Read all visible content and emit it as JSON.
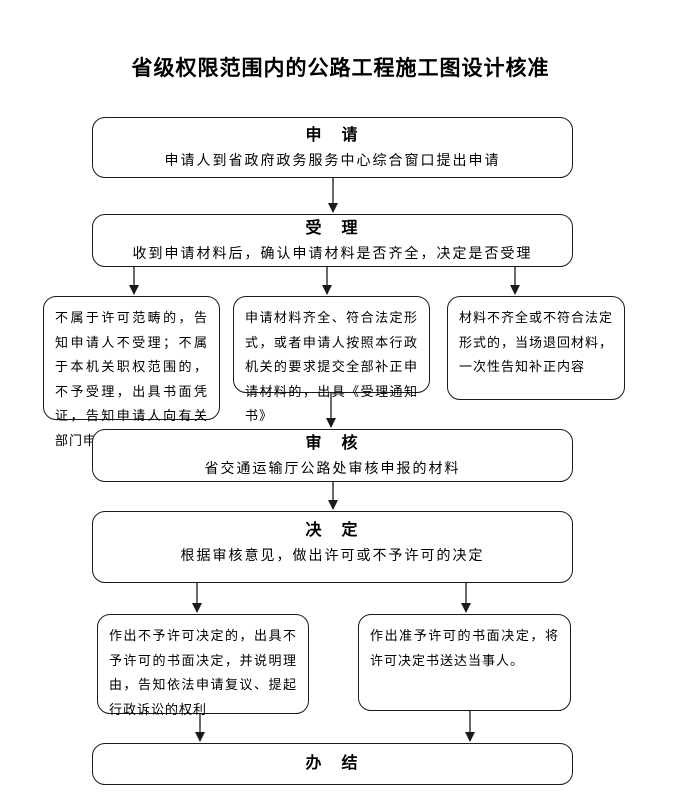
{
  "title": "省级权限范围内的公路工程施工图设计核准",
  "colors": {
    "background": "#ffffff",
    "border": "#1a1a1a",
    "text": "#000000",
    "connector": "#1a1a1a"
  },
  "flowchart": {
    "nodes": {
      "apply": {
        "heading": "申　请",
        "body": "申请人到省政府政务服务中心综合窗口提出申请"
      },
      "accept": {
        "heading": "受　理",
        "body": "收到申请材料后，确认申请材料是否齐全，决定是否受理"
      },
      "not_in_scope": {
        "body": "不属于许可范畴的，告知申请人不受理；不属于本机关职权范围的，不予受理，出具书面凭证，告知申请人向有关部门申请"
      },
      "materials_complete": {
        "body": "申请材料齐全、符合法定形式，或者申请人按照本行政机关的要求提交全部补正申请材料的，出具《受理通知书》"
      },
      "materials_incomplete": {
        "body": "材料不齐全或不符合法定形式的，当场退回材料，一次性告知补正内容"
      },
      "review": {
        "heading": "审　核",
        "body": "省交通运输厅公路处审核申报的材料"
      },
      "decide": {
        "heading": "决　定",
        "body": "根据审核意见，做出许可或不予许可的决定"
      },
      "deny": {
        "body": "作出不予许可决定的，出具不予许可的书面决定，并说明理由，告知依法申请复议、提起行政诉讼的权利"
      },
      "grant": {
        "body": "作出准予许可的书面决定，将许可决定书送达当事人。"
      },
      "finish": {
        "heading": "办　结"
      }
    }
  }
}
